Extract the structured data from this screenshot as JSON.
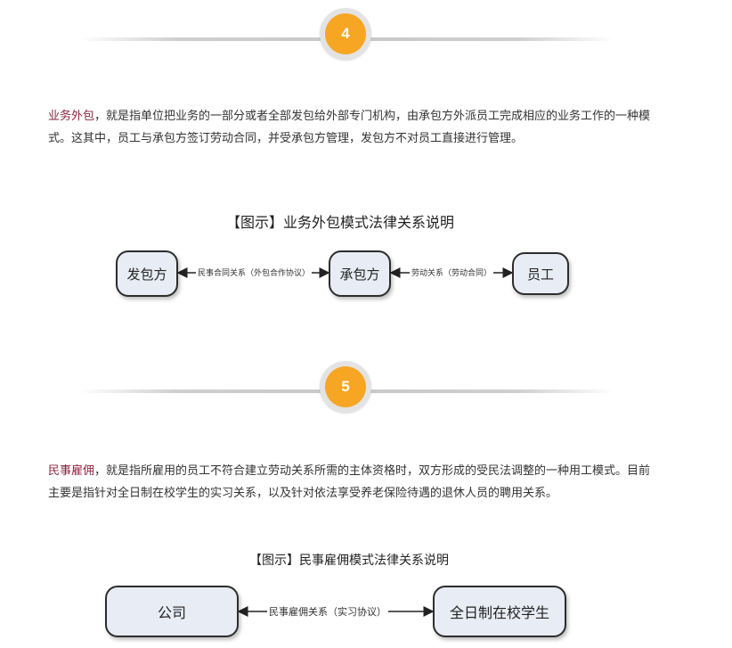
{
  "sections": [
    {
      "number": "4",
      "term": "业务外包",
      "text": "，就是指单位把业务的一部分或者全部发包给外部专门机构，由承包方外派员工完成相应的业务工作的一种模式。这其中，员工与承包方签订劳动合同，并受承包方管理，发包方不对员工直接进行管理。",
      "diagram": {
        "title": "【图示】业务外包模式法律关系说明",
        "nodes": [
          "发包方",
          "承包方",
          "员工"
        ],
        "relations": [
          "民事合同关系（外包合作协议）",
          "劳动关系（劳动合同）"
        ]
      }
    },
    {
      "number": "5",
      "term": "民事雇佣",
      "text": "，就是指所雇用的员工不符合建立劳动关系所需的主体资格时，双方形成的受民法调整的一种用工模式。目前主要是指针对全日制在校学生的实习关系，以及针对依法享受养老保险待遇的退休人员的聘用关系。",
      "diagram": {
        "title": "【图示】民事雇佣模式法律关系说明",
        "nodes": [
          "公司",
          "全日制在校学生"
        ],
        "relations": [
          "民事雇佣关系（实习协议）"
        ]
      }
    }
  ],
  "colors": {
    "badge": "#f6a623",
    "term": "#8a2441",
    "node_fill": "#e8ecf4"
  }
}
